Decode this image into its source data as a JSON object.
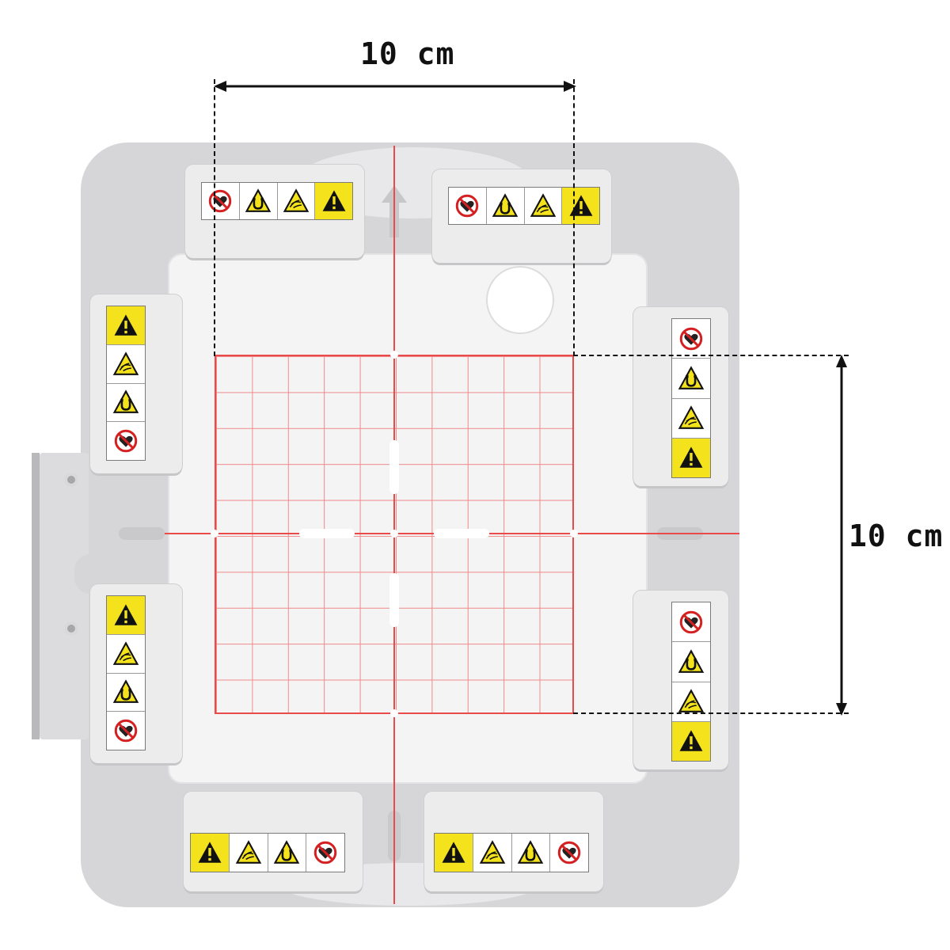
{
  "dimensions": {
    "width_label": "10 cm",
    "height_label": "10 cm"
  },
  "grid": {
    "divisions": 10
  },
  "colors": {
    "frame": "#d6d6d8",
    "grid_red": "#e94b4b",
    "warning_yellow": "#f3e21c"
  },
  "warning_icons": [
    "exclamation-icon",
    "hand-pinch-icon",
    "magnet-icon",
    "no-pacemaker-icon"
  ]
}
